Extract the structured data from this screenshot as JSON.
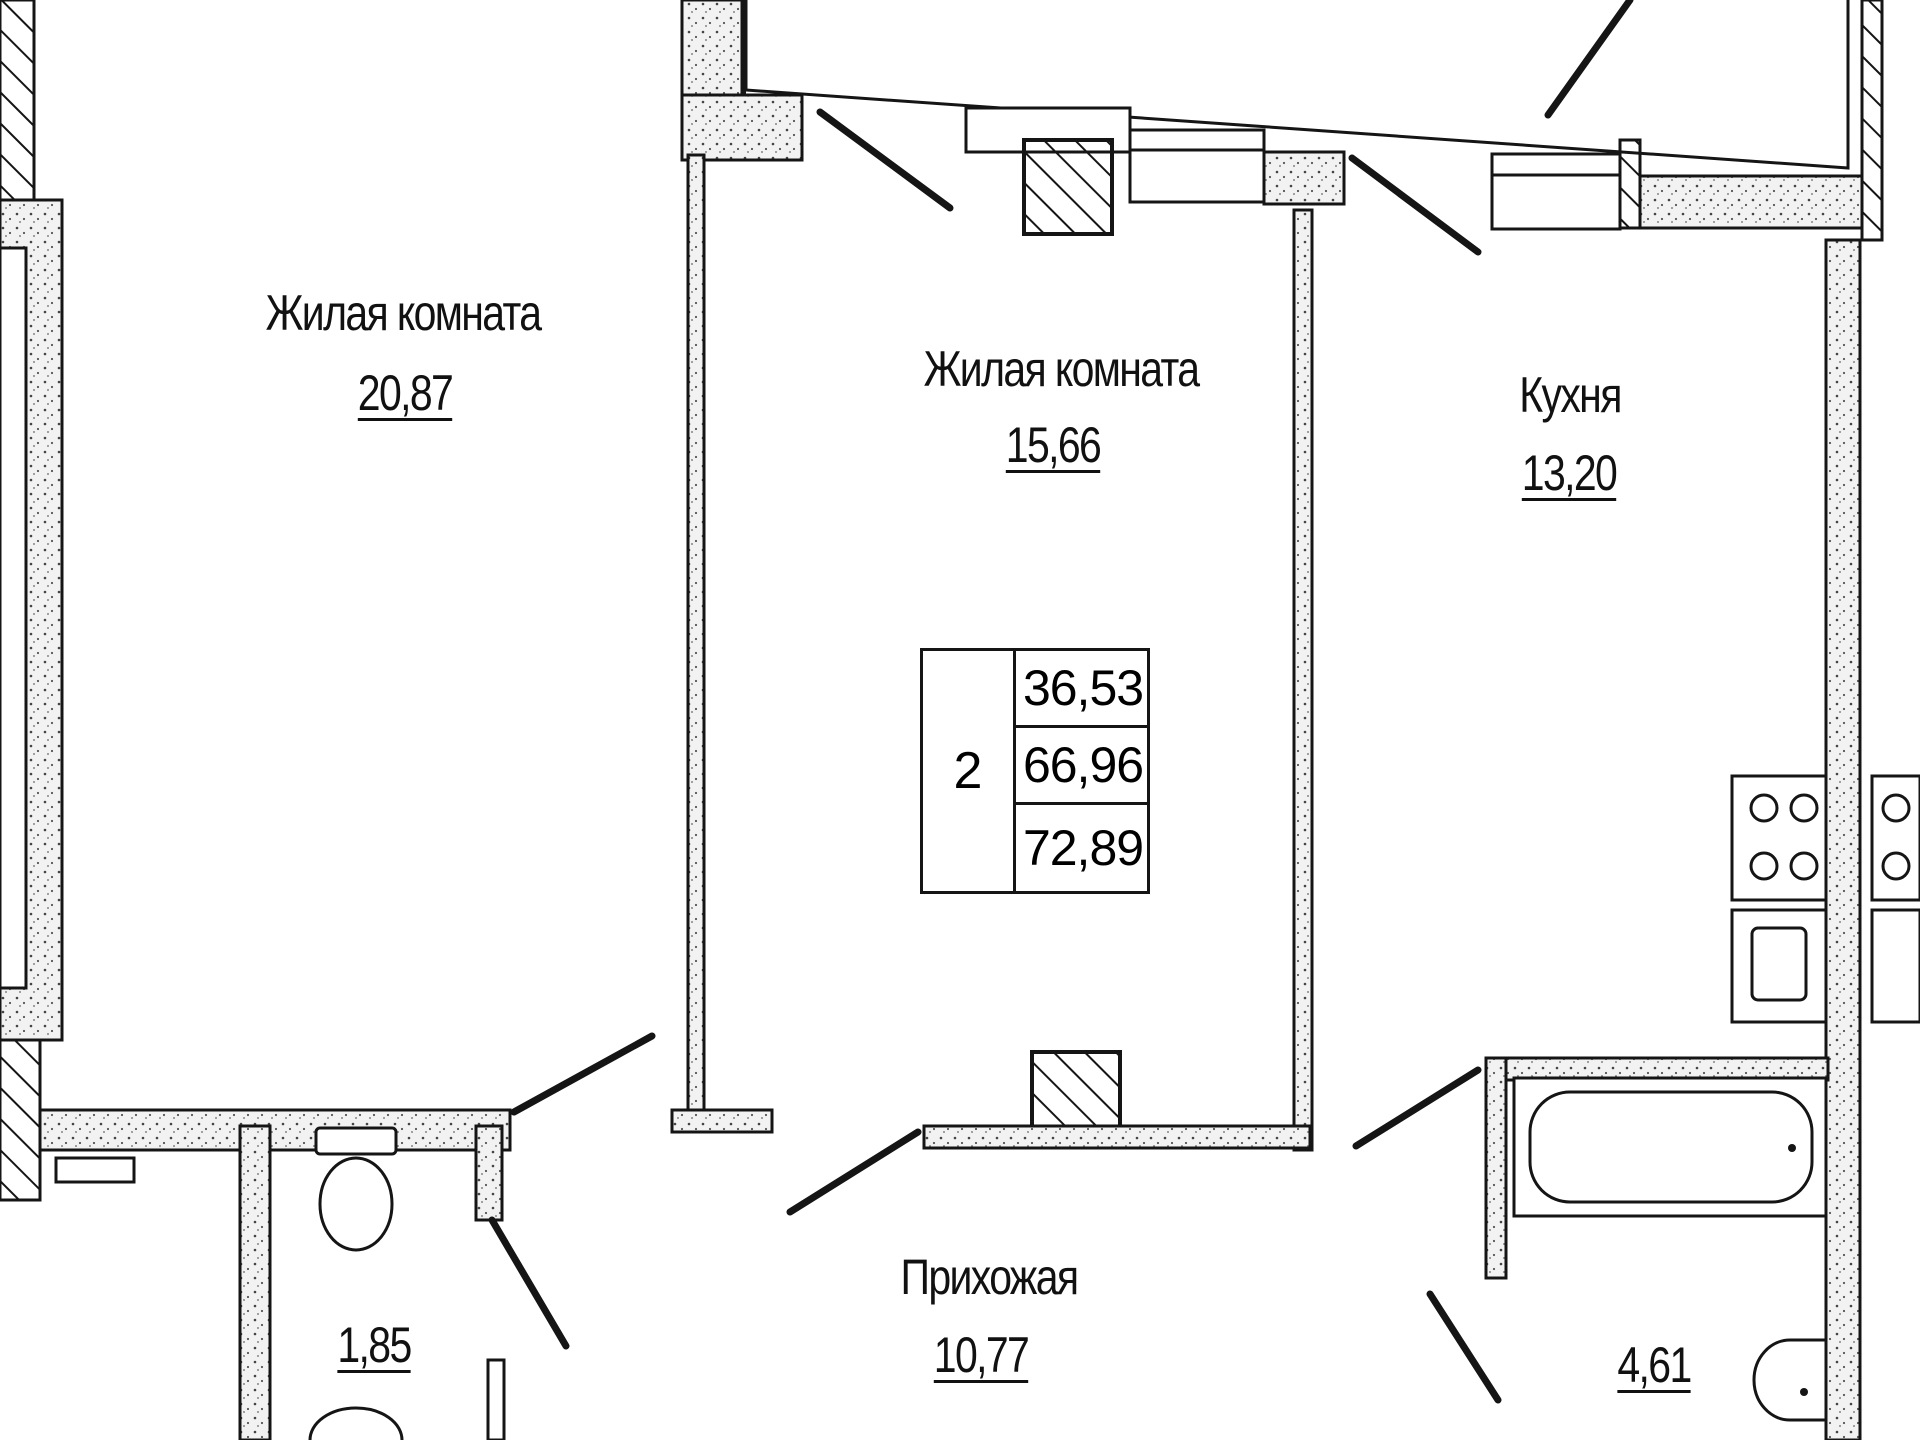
{
  "rooms": [
    {
      "id": "living-room-large",
      "name": "Жилая комната",
      "area": "20,87"
    },
    {
      "id": "living-room-middle",
      "name": "Жилая комната",
      "area": "15,66"
    },
    {
      "id": "kitchen",
      "name": "Кухня",
      "area": "13,20"
    },
    {
      "id": "hallway",
      "name": "Прихожая",
      "area": "10,77"
    },
    {
      "id": "toilet",
      "name": "",
      "area": "1,85"
    },
    {
      "id": "bathroom",
      "name": "",
      "area": "4,61"
    }
  ],
  "summary": {
    "room_count": "2",
    "living_area": "36,53",
    "total_area": "66,96",
    "total_area_with_balcony": "72,89"
  }
}
